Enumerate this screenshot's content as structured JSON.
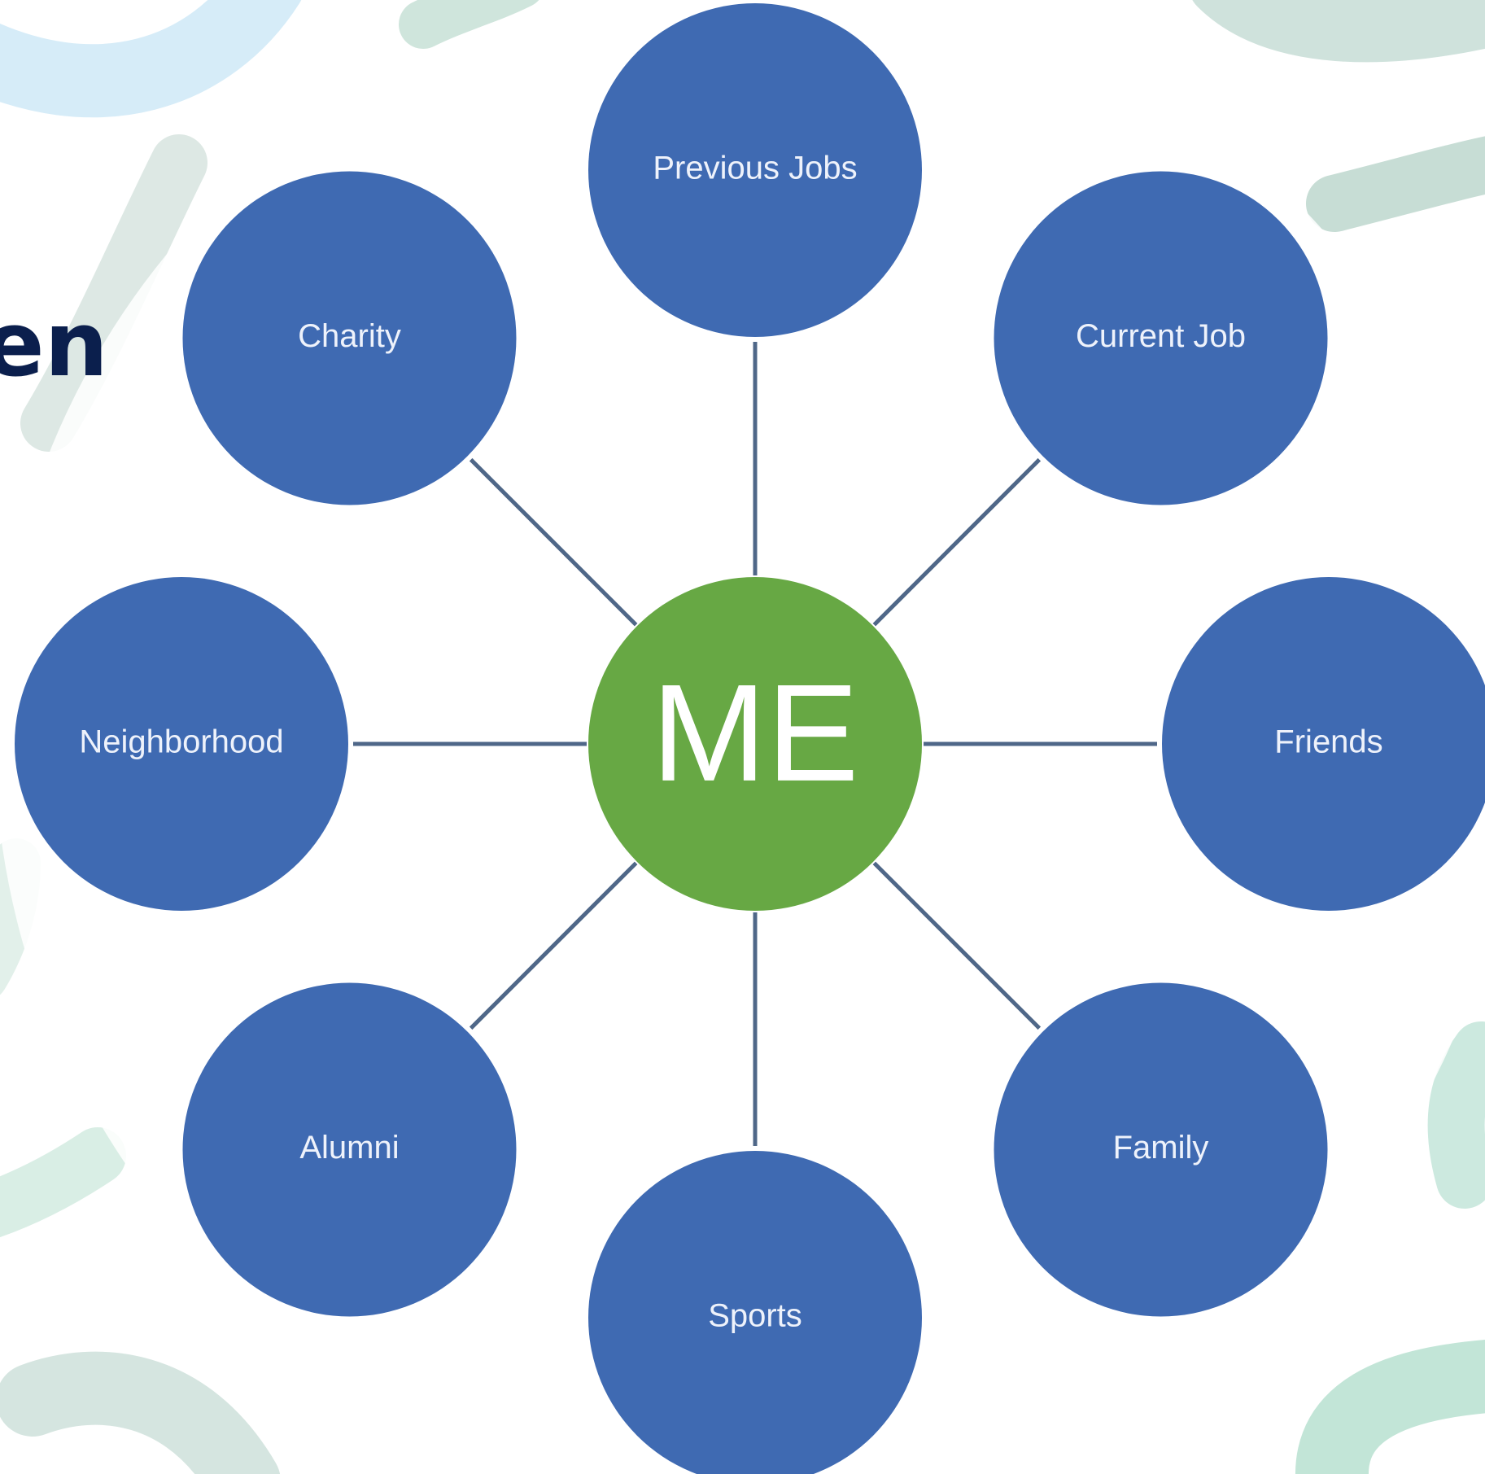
{
  "partial_title": "en",
  "center": {
    "label": "ME",
    "color": "#67a844"
  },
  "nodes": [
    {
      "label": "Previous Jobs"
    },
    {
      "label": "Current Job"
    },
    {
      "label": "Friends"
    },
    {
      "label": "Family"
    },
    {
      "label": "Sports"
    },
    {
      "label": "Alumni"
    },
    {
      "label": "Neighborhood"
    },
    {
      "label": "Charity"
    }
  ],
  "colors": {
    "node_fill": "#3f6ab2",
    "connector": "#4f6788",
    "title": "#0b1f4d",
    "background_accent_green": "#bfe0d2",
    "background_accent_blue": "#cfe8f5"
  }
}
